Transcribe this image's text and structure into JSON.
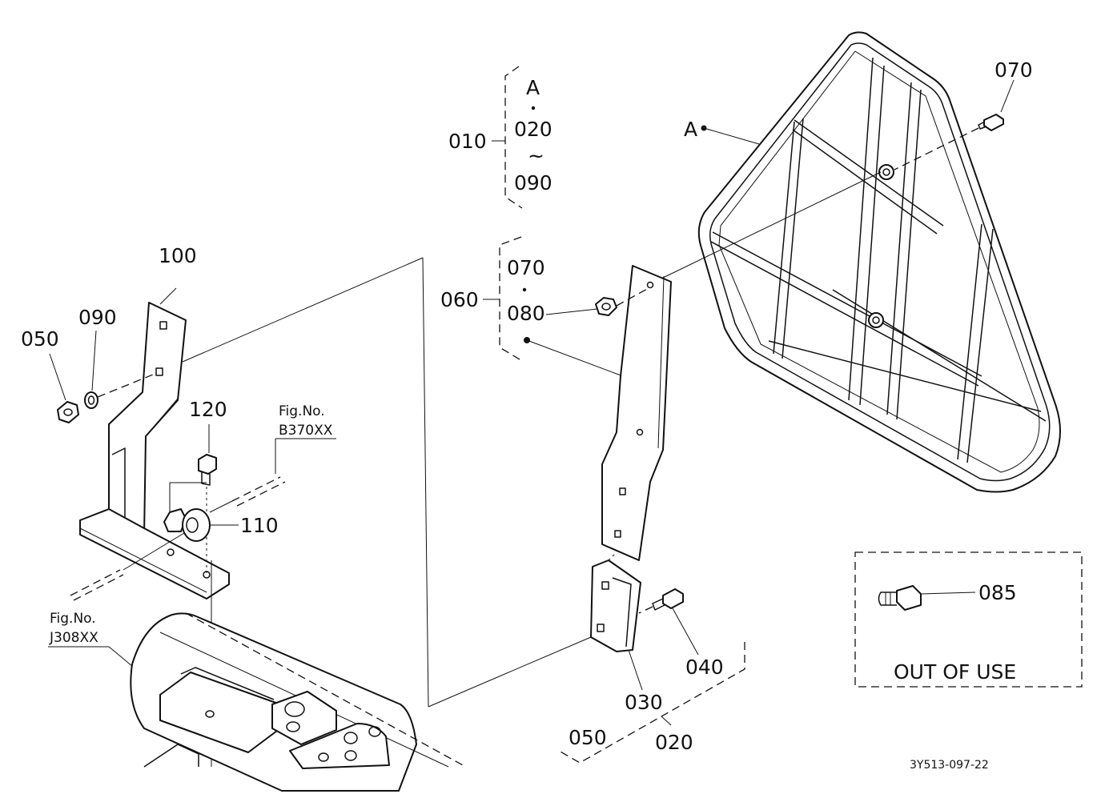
{
  "labels": {
    "l010": "010",
    "lA_top": "A",
    "l020_top": "020",
    "tilde": "~",
    "l090_top": "090",
    "l060": "060",
    "l070_mid": "070",
    "l080": "080",
    "l070_top": "070",
    "lA_frame": "A",
    "l100": "100",
    "l090": "090",
    "l050_left": "050",
    "l120": "120",
    "l110": "110",
    "fig_b_title": "Fig.No.",
    "fig_b_code": "B370XX",
    "fig_j_title": "Fig.No.",
    "fig_j_code": "J308XX",
    "l040": "040",
    "l030": "030",
    "l050_bottom": "050",
    "l020_bottom": "020",
    "l085": "085",
    "out_of_use": "OUT OF USE",
    "drawing_code": "3Y513-097-22"
  }
}
